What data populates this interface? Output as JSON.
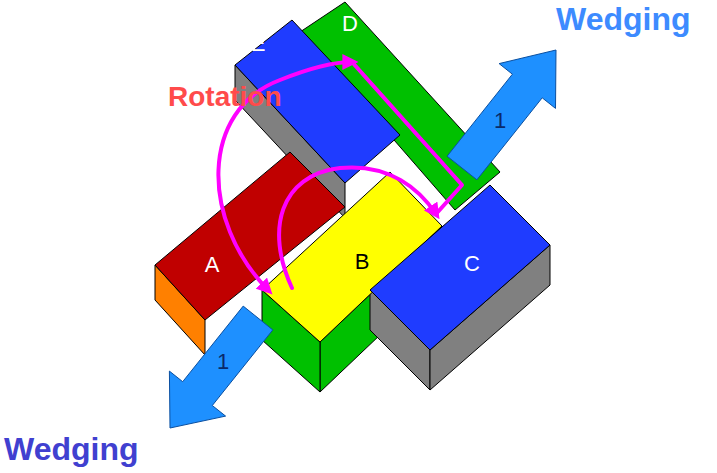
{
  "diagram": {
    "nodes": [
      {
        "text": [
          "E"
        ]
      },
      {
        "text": [
          "D"
        ]
      },
      {
        "text": [
          "A"
        ]
      },
      {
        "text": [
          "B"
        ]
      },
      {
        "text": [
          "C"
        ]
      }
    ],
    "labels": [
      "Wedging",
      "Rotation",
      "1",
      "1",
      "Wedging"
    ]
  }
}
